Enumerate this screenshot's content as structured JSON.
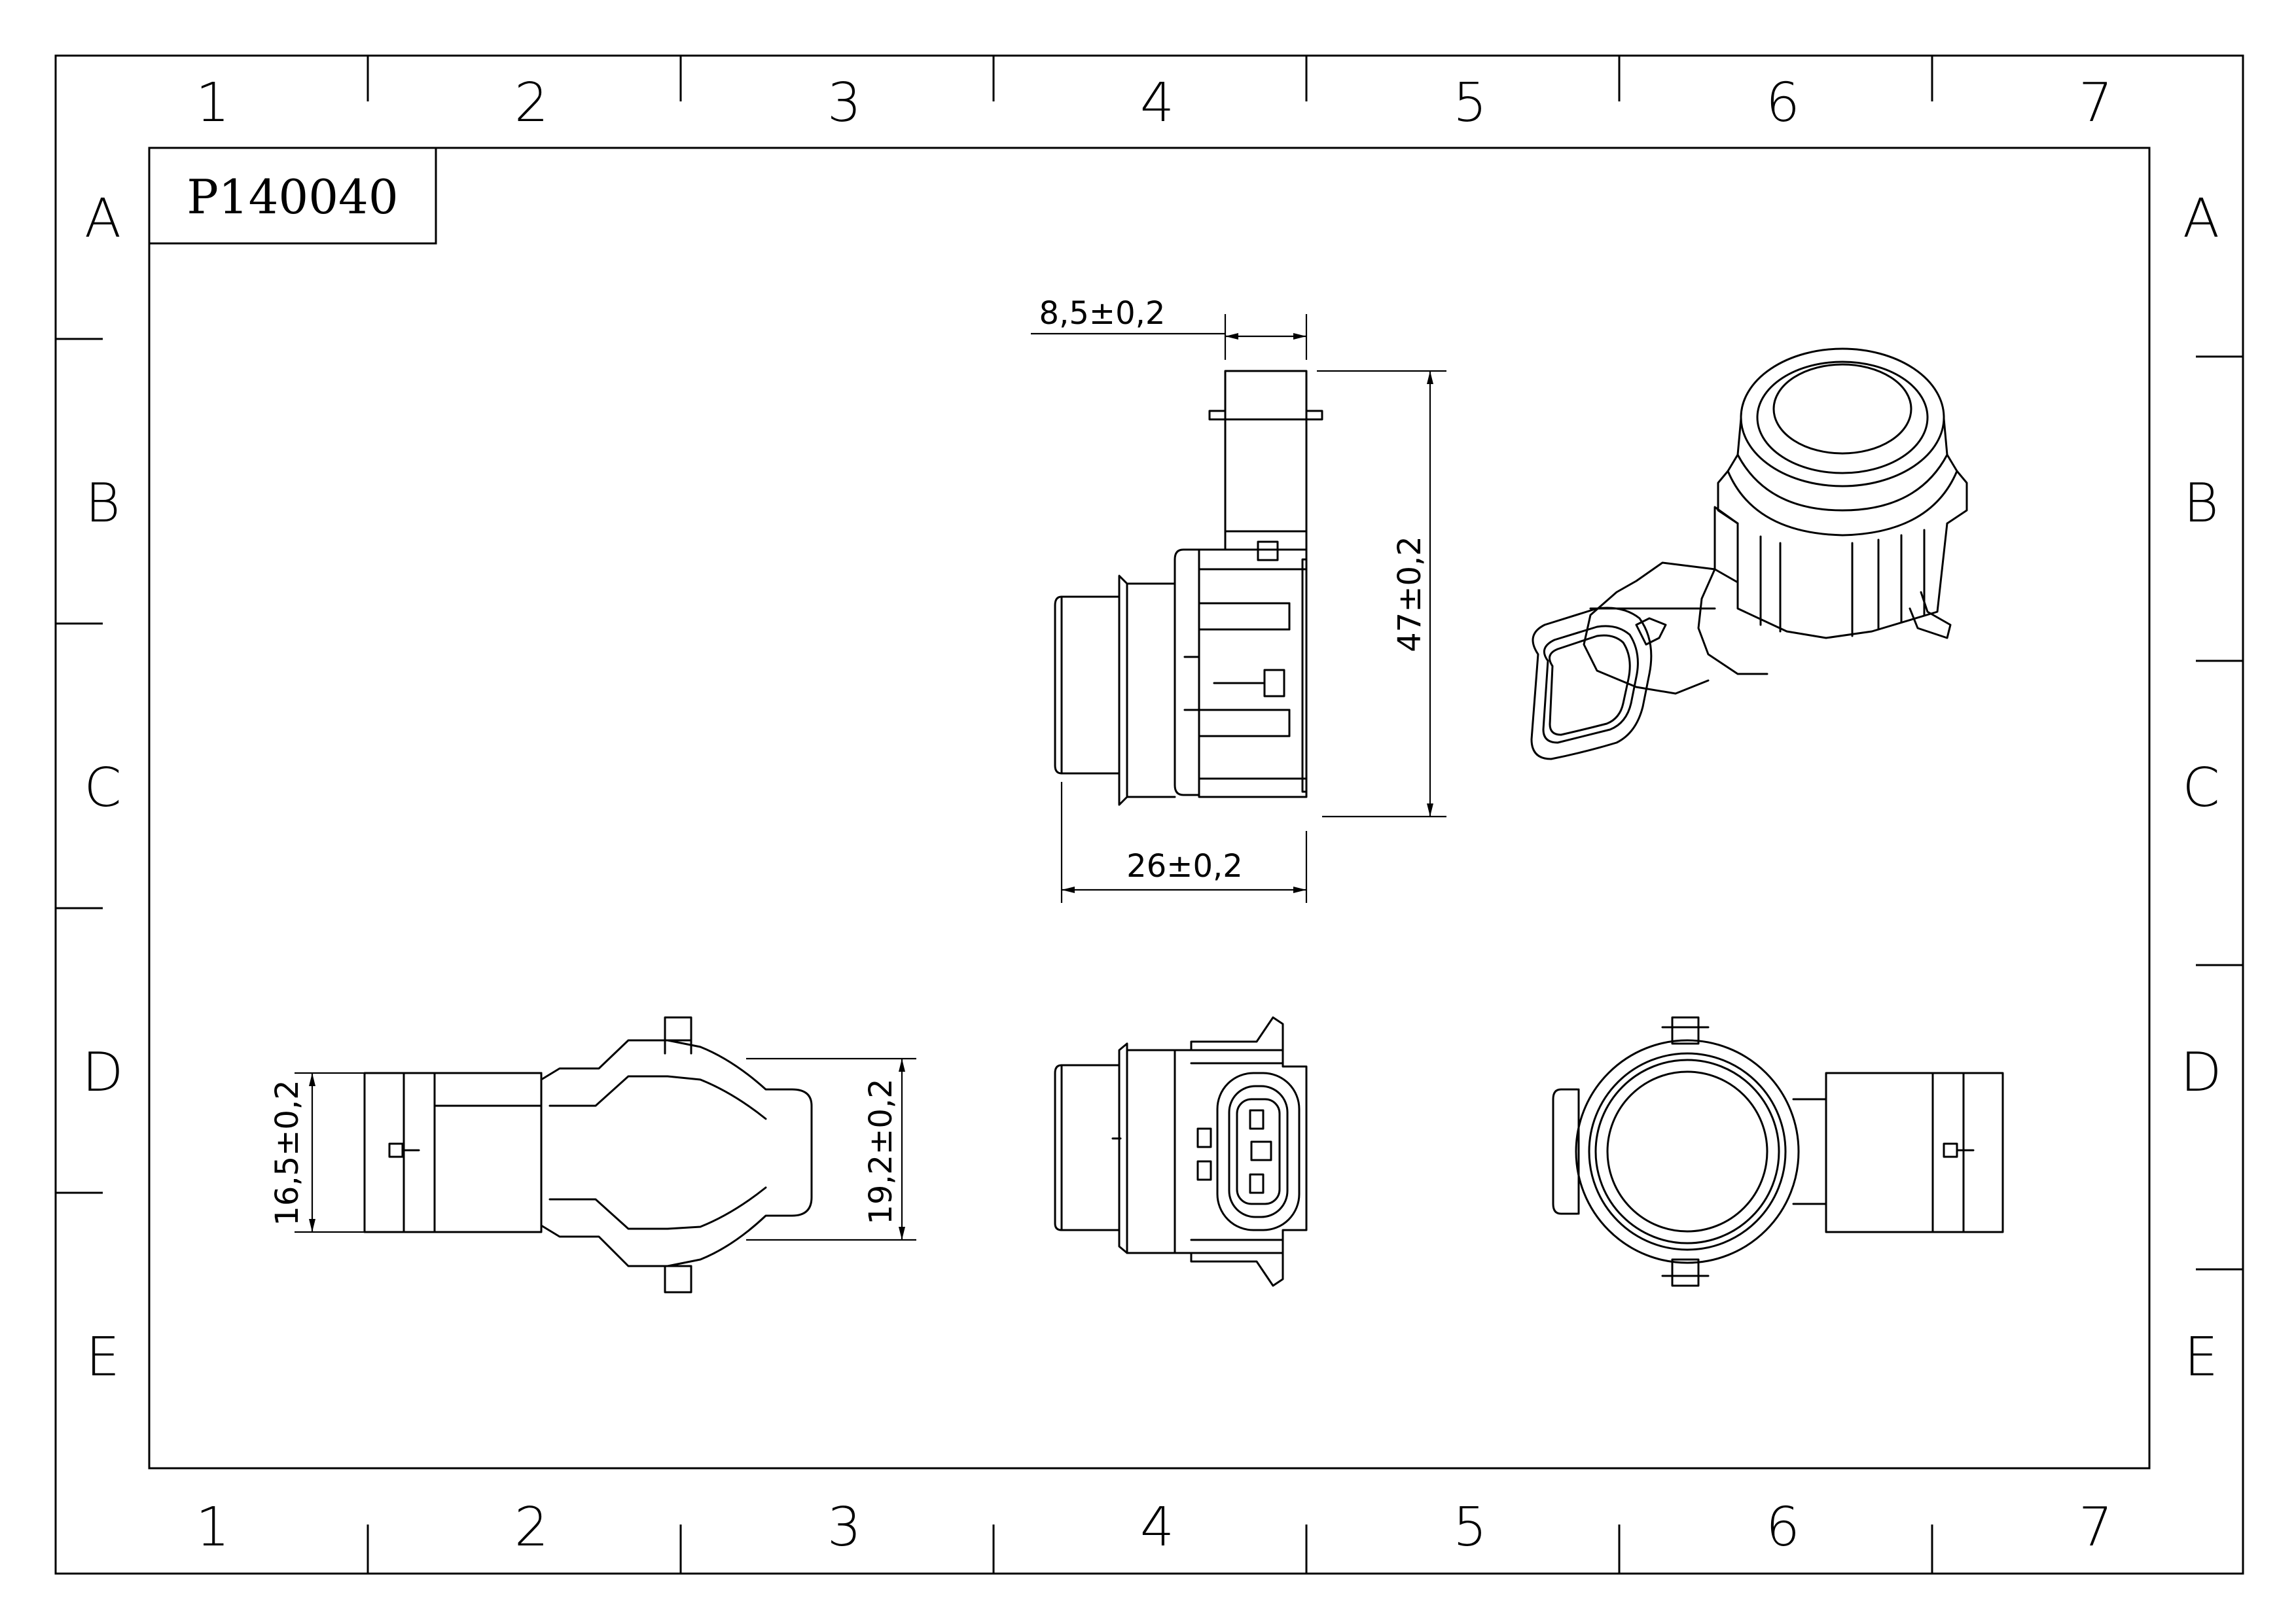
{
  "part_number": "P140040",
  "zones": {
    "columns": [
      "1",
      "2",
      "3",
      "4",
      "5",
      "6",
      "7"
    ],
    "rows": [
      "A",
      "B",
      "C",
      "D",
      "E"
    ]
  },
  "dimensions": {
    "connector_width": "8,5±0,2",
    "overall_height": "47±0,2",
    "body_depth": "26±0,2",
    "connector_height": "16,5±0,2",
    "head_width": "19,2±0,2"
  }
}
